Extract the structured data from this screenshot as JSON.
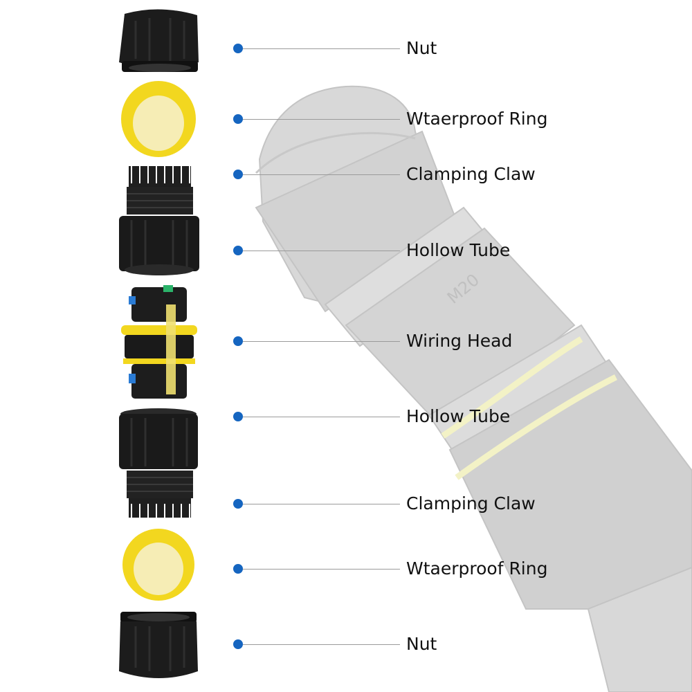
{
  "colors": {
    "accent_dot": "#1565c0",
    "leader_line": "#9a9a9a",
    "part_black": "#1a1a1a",
    "seal_yellow": "#f2d71f",
    "background_assembly": "#d6d6d6"
  },
  "parts": [
    {
      "id": "nut-top",
      "label": "Nut",
      "icon": "nut-icon"
    },
    {
      "id": "ring-top",
      "label": "Wtaerproof Ring",
      "icon": "ring-icon"
    },
    {
      "id": "claw-top",
      "label": "Clamping Claw",
      "icon": "claw-icon"
    },
    {
      "id": "tube-top",
      "label": "Hollow Tube",
      "icon": "tube-icon"
    },
    {
      "id": "head",
      "label": "Wiring Head",
      "icon": "wiring-head-icon"
    },
    {
      "id": "tube-bottom",
      "label": "Hollow Tube",
      "icon": "tube-icon"
    },
    {
      "id": "claw-bottom",
      "label": "Clamping Claw",
      "icon": "claw-icon"
    },
    {
      "id": "ring-bottom",
      "label": "Wtaerproof Ring",
      "icon": "ring-icon"
    },
    {
      "id": "nut-bottom",
      "label": "Nut",
      "icon": "nut-icon"
    }
  ],
  "assembly": {
    "marking": "M20"
  }
}
